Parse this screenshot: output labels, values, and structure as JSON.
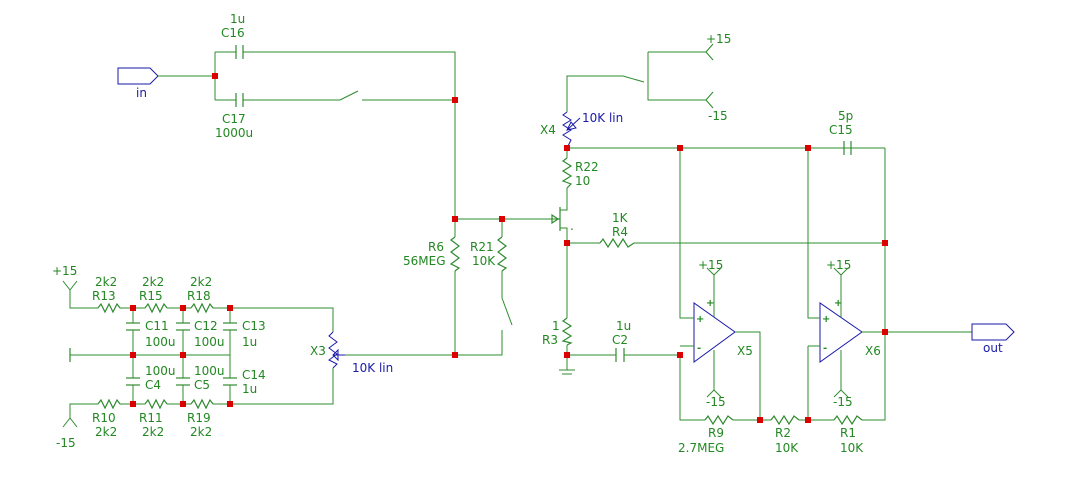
{
  "ports": {
    "in": "in",
    "out": "out"
  },
  "rails": {
    "pos": "+15",
    "neg": "-15"
  },
  "caps": {
    "c16": {
      "ref": "C16",
      "val": "1u"
    },
    "c17": {
      "ref": "C17",
      "val": "1000u"
    },
    "c15": {
      "ref": "C15",
      "val": "5p"
    },
    "c2": {
      "ref": "C2",
      "val": "1u"
    },
    "c11": {
      "ref": "C11",
      "val": "100u"
    },
    "c12": {
      "ref": "C12",
      "val": "100u"
    },
    "c13": {
      "ref": "C13",
      "val": "1u"
    },
    "c4": {
      "ref": "C4",
      "val": "100u"
    },
    "c5": {
      "ref": "C5",
      "val": "100u"
    },
    "c14": {
      "ref": "C14",
      "val": "1u"
    }
  },
  "resistors": {
    "r13": {
      "ref": "R13",
      "val": "2k2"
    },
    "r15": {
      "ref": "R15",
      "val": "2k2"
    },
    "r18": {
      "ref": "R18",
      "val": "2k2"
    },
    "r10": {
      "ref": "R10",
      "val": "2k2"
    },
    "r11": {
      "ref": "R11",
      "val": "2k2"
    },
    "r19": {
      "ref": "R19",
      "val": "2k2"
    },
    "r6": {
      "ref": "R6",
      "val": "56MEG"
    },
    "r21": {
      "ref": "R21",
      "val": "10K"
    },
    "r22": {
      "ref": "R22",
      "val": "10"
    },
    "r4": {
      "ref": "R4",
      "val": "1K"
    },
    "r3": {
      "ref": "R3",
      "val": "1"
    },
    "r9": {
      "ref": "R9",
      "val": "2.7MEG"
    },
    "r2": {
      "ref": "R2",
      "val": "10K"
    },
    "r1": {
      "ref": "R1",
      "val": "10K"
    }
  },
  "pots": {
    "x4": {
      "ref": "X4",
      "val": "10K lin"
    },
    "x3": {
      "ref": "X3",
      "val": "10K lin"
    }
  },
  "opamps": {
    "x5": "X5",
    "x6": "X6"
  },
  "opamp_pins": {
    "plus": "+",
    "minus": "-"
  },
  "jfet_mark": "."
}
